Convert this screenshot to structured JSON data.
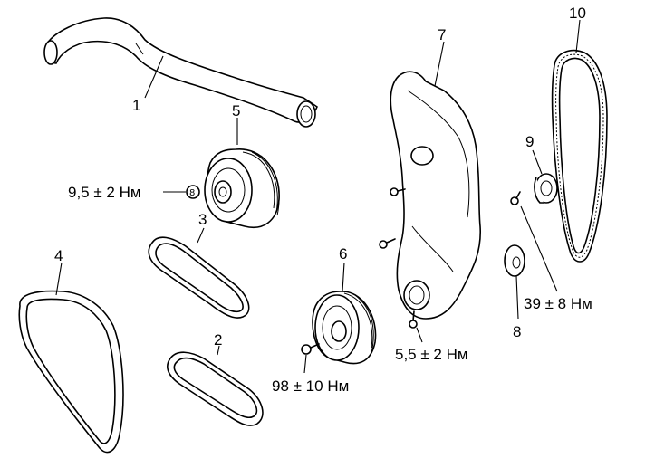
{
  "callouts": {
    "n1": "1",
    "n2": "2",
    "n3": "3",
    "n4": "4",
    "n5": "5",
    "n6": "6",
    "n7": "7",
    "n8": "8",
    "n9": "9",
    "n10": "10"
  },
  "torques": {
    "t_pulley5": "9,5 ± 2 Нм",
    "t_pulley6": "98 ± 10 Нм",
    "t_cover": "5,5 ± 2 Нм",
    "t_tensioner": "39 ± 8 Нм"
  },
  "nut_mark": "8"
}
